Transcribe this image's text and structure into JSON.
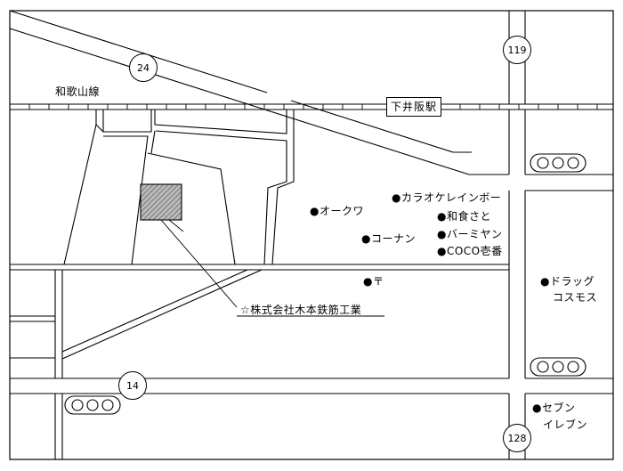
{
  "rail_line": "和歌山線",
  "station": "下井阪駅",
  "routes": [
    "24",
    "119",
    "14",
    "128"
  ],
  "target": "☆株式会社木本鉄筋工業",
  "landmarks": [
    "●オークワ",
    "●カラオケレインボー",
    "●和食さと",
    "●バーミヤン",
    "●コーナン",
    "●COCO壱番",
    "●〒",
    "●ドラッグ",
    "コスモス",
    "●セブン",
    "イレブン"
  ],
  "colors": {
    "line": "#000000",
    "background": "#ffffff",
    "building_hatch": "#999999"
  },
  "icons": {
    "traffic_signal": "traffic-signal-icon"
  }
}
